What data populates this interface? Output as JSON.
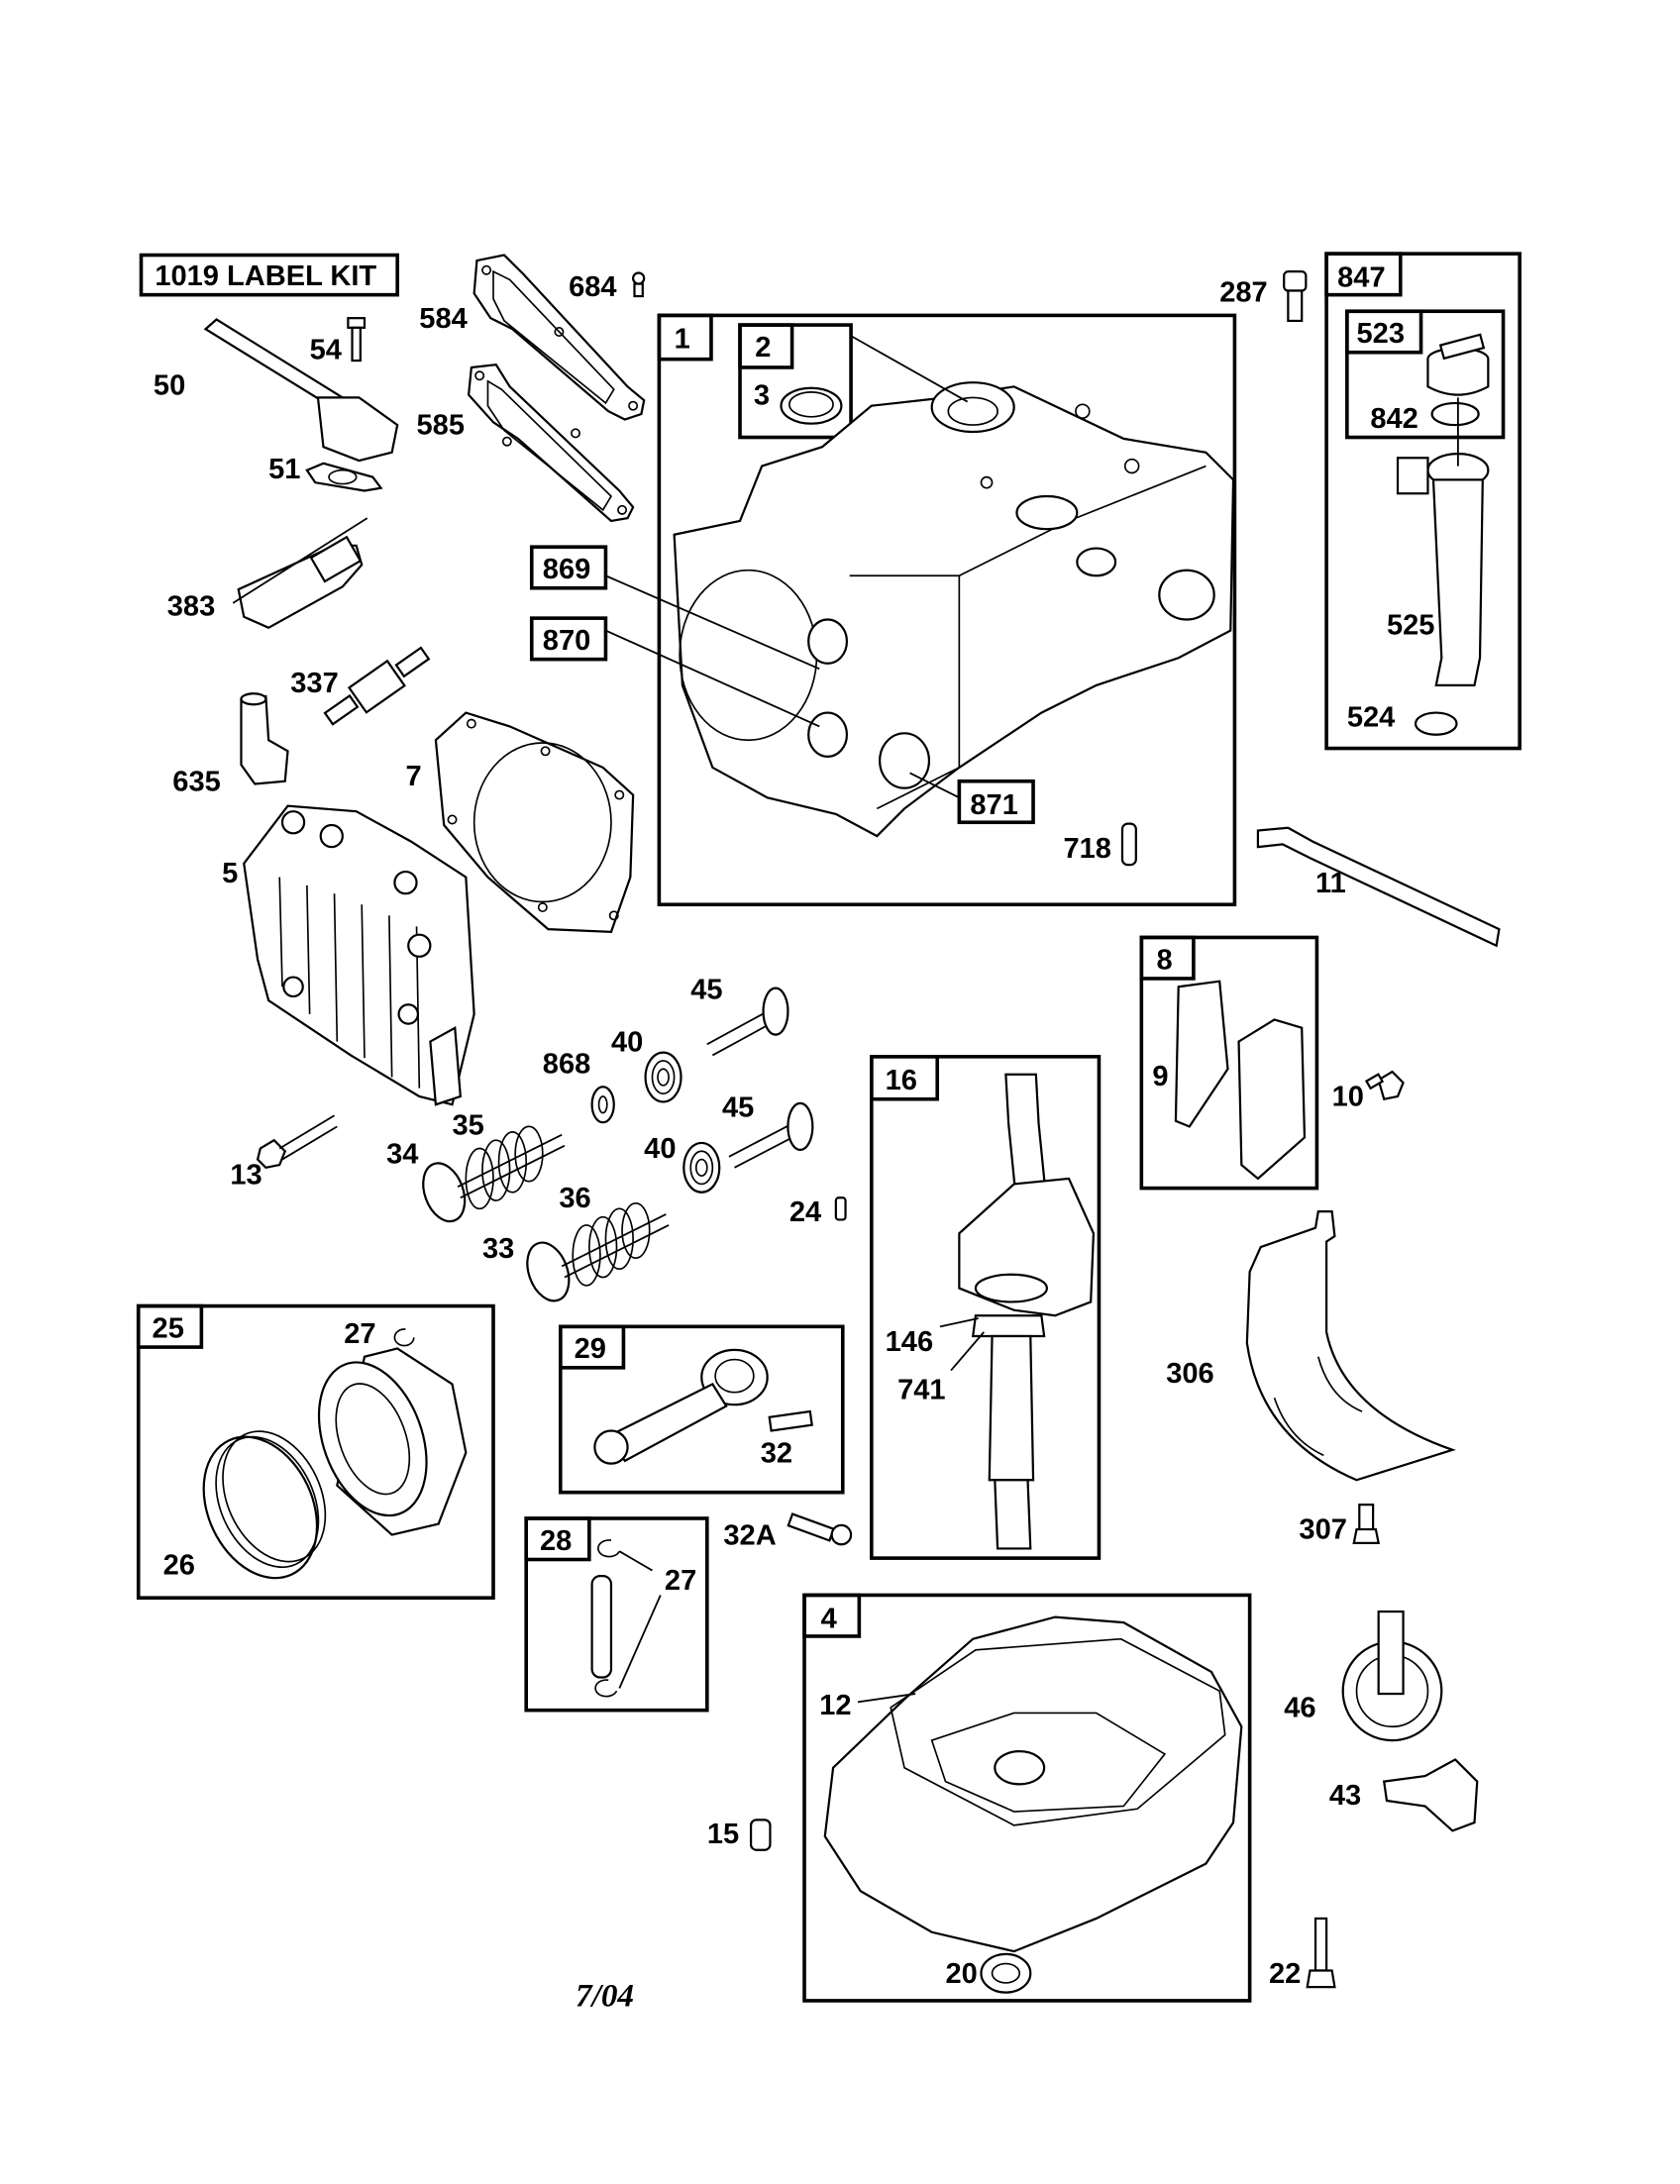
{
  "diagram": {
    "type": "exploded-parts-diagram",
    "subject": "Engine cylinder, crankshaft and sump assembly",
    "date_code": "7/04",
    "label_kit": "1019 LABEL KIT",
    "kits": [
      {
        "id": "1",
        "contains": [
          "2",
          "3",
          "869",
          "870",
          "871",
          "718"
        ]
      },
      {
        "id": "2",
        "contains": [
          "3"
        ]
      },
      {
        "id": "847",
        "contains": [
          "523",
          "842",
          "525",
          "524"
        ]
      },
      {
        "id": "523",
        "contains": [
          "842"
        ]
      },
      {
        "id": "8",
        "contains": [
          "9"
        ]
      },
      {
        "id": "16",
        "contains": [
          "146",
          "741"
        ]
      },
      {
        "id": "25",
        "contains": [
          "27",
          "26"
        ]
      },
      {
        "id": "29",
        "contains": [
          "32"
        ]
      },
      {
        "id": "28",
        "contains": [
          "27"
        ]
      },
      {
        "id": "4",
        "contains": [
          "12",
          "20"
        ]
      }
    ],
    "boxed_part_numbers": [
      "869",
      "870",
      "871"
    ],
    "callouts": {
      "c684": "684",
      "c584": "584",
      "c585": "585",
      "c54": "54",
      "c50": "50",
      "c51": "51",
      "c383": "383",
      "c337": "337",
      "c635": "635",
      "c7": "7",
      "c5": "5",
      "c13": "13",
      "c34": "34",
      "c35": "35",
      "c33": "33",
      "c36": "36",
      "c868": "868",
      "c40a": "40",
      "c40b": "40",
      "c45a": "45",
      "c45b": "45",
      "c24": "24",
      "c3": "3",
      "c718": "718",
      "c287": "287",
      "c842": "842",
      "c525": "525",
      "c524": "524",
      "c11": "11",
      "c9": "9",
      "c10": "10",
      "c146": "146",
      "c741": "741",
      "c306": "306",
      "c307": "307",
      "c27a": "27",
      "c26": "26",
      "c32": "32",
      "c32A": "32A",
      "c27b": "27",
      "c12": "12",
      "c15": "15",
      "c20": "20",
      "c46": "46",
      "c43": "43",
      "c22": "22"
    },
    "box_titles": {
      "b1": "1",
      "b2": "2",
      "b847": "847",
      "b523": "523",
      "b869": "869",
      "b870": "870",
      "b871": "871",
      "b8": "8",
      "b16": "16",
      "b25": "25",
      "b29": "29",
      "b28": "28",
      "b4": "4"
    }
  }
}
